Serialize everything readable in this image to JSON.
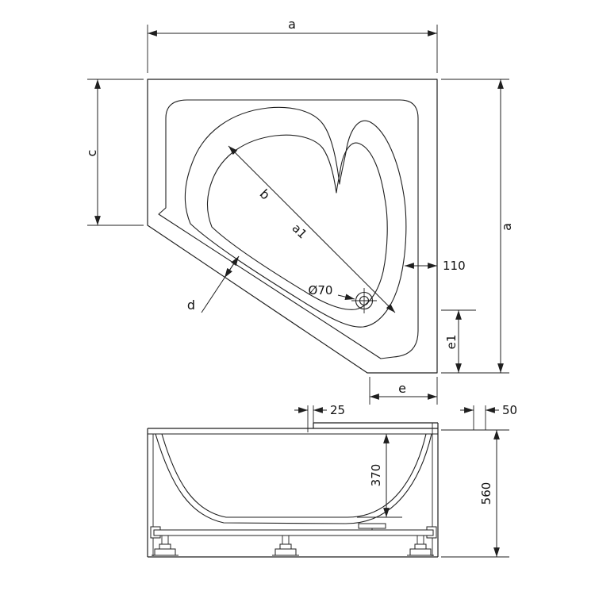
{
  "labels": {
    "plan": {
      "a_top": "a",
      "c": "c",
      "a_right": "a",
      "offset110": "110",
      "e1": "e1",
      "e": "e",
      "b": "b",
      "a1": "a1",
      "d": "d",
      "drain": "Ø70"
    },
    "side": {
      "lip": "25",
      "gap": "50",
      "depth": "370",
      "height": "560"
    }
  },
  "colors": {
    "ink": "#1f1f1f",
    "background": "#ffffff"
  }
}
